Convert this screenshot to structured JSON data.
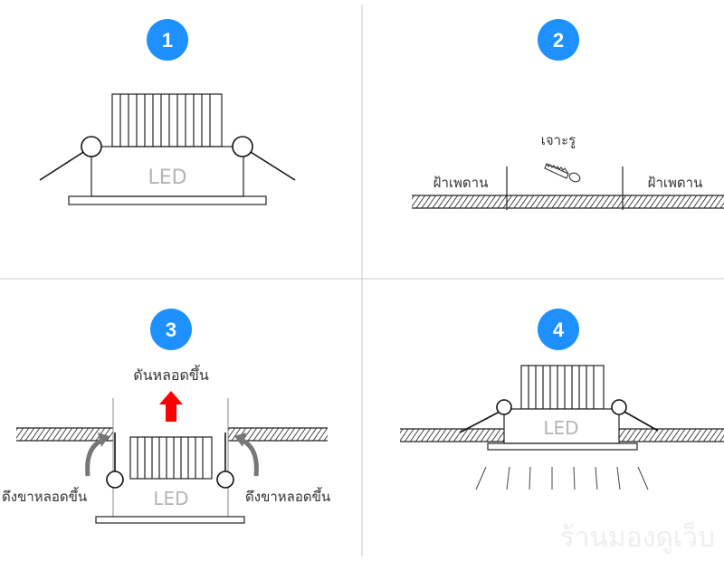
{
  "colors": {
    "badge": "#1e90ff",
    "arrow": "#ff0000",
    "line": "#222222",
    "divider": "#c8c8c8",
    "led_text": "#b4b4b4"
  },
  "steps": [
    {
      "number": "1",
      "led_label": "LED"
    },
    {
      "number": "2",
      "drill_label": "เจาะรู",
      "ceiling_left_label": "ฝ้าเพดาน",
      "ceiling_right_label": "ฝ้าเพดาน",
      "icon": "saw-icon"
    },
    {
      "number": "3",
      "push_label": "ดันหลอดขึ้น",
      "pull_left_label": "ดึงขาหลอดขึ้น",
      "pull_right_label": "ดึงขาหลอดขึ้น",
      "led_label": "LED",
      "icon": "up-arrow-icon"
    },
    {
      "number": "4",
      "led_label": "LED"
    }
  ],
  "watermark": "ร้านมองดูเว็บ"
}
